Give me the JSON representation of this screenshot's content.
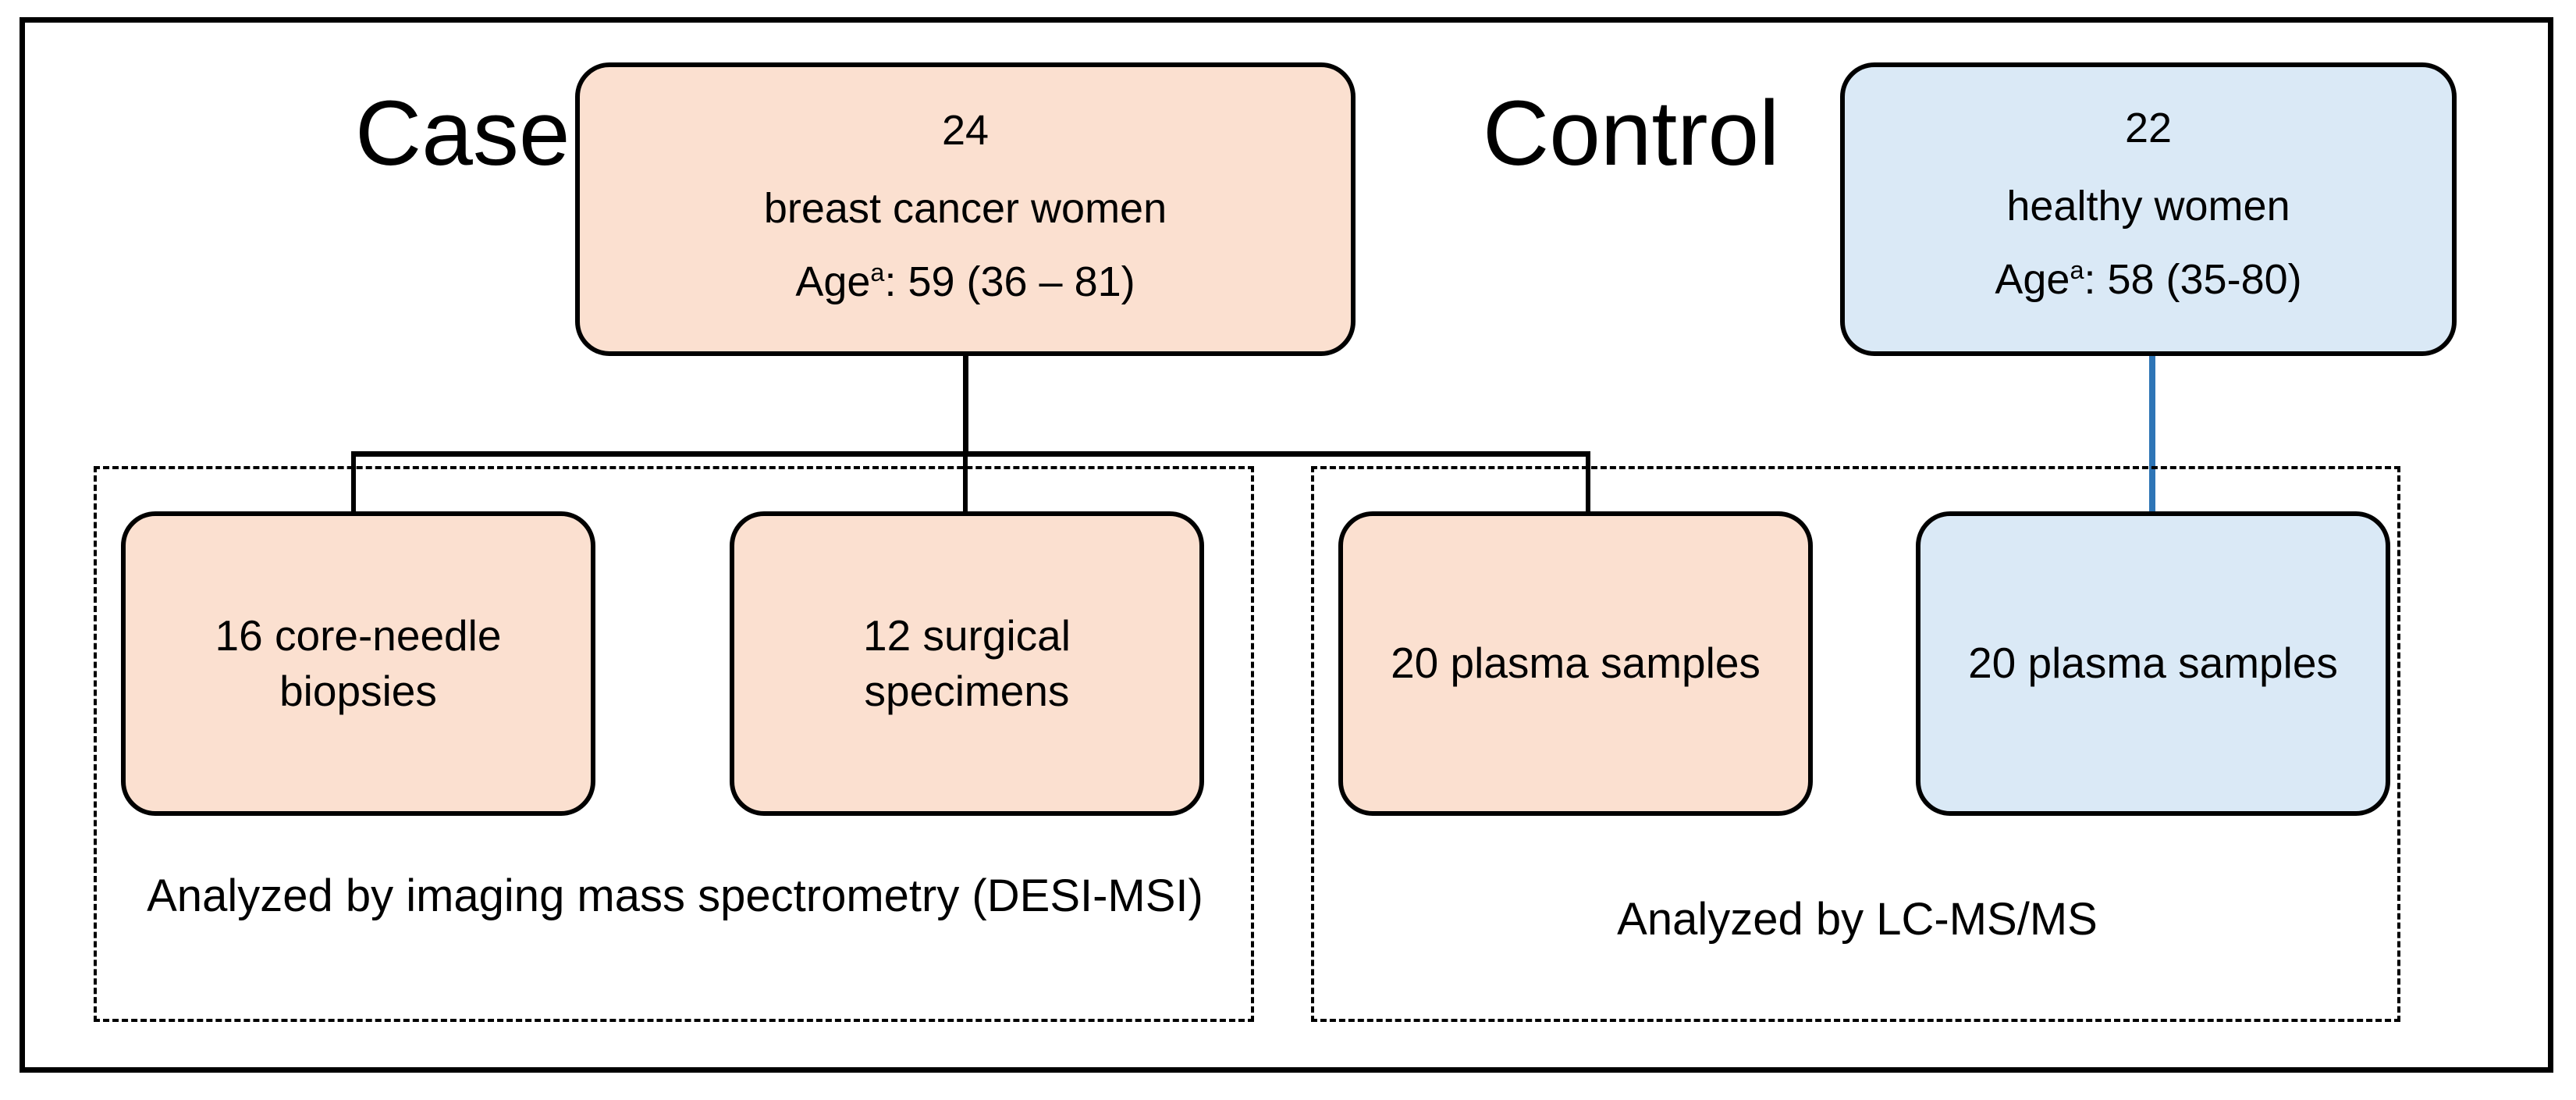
{
  "figure": {
    "type": "study-design-flow-diagram",
    "groups": [
      {
        "label": "Case",
        "accent_color": "#FBE0D0",
        "cohort": {
          "count": "24",
          "description": "breast cancer women",
          "age_label": "Age",
          "age_superscript": "a",
          "age_value": ": 59 (36 – 81)"
        },
        "samples": [
          {
            "label": "16 core-needle biopsies"
          },
          {
            "label": "12 surgical specimens"
          },
          {
            "label": "20 plasma samples"
          }
        ],
        "analysis_caption": "Analyzed by imaging mass spectrometry (DESI-MSI)"
      },
      {
        "label": "Control",
        "accent_color": "#DAE9F6",
        "cohort": {
          "count": "22",
          "description": "healthy women",
          "age_label": "Age",
          "age_superscript": "a",
          "age_value": ": 58 (35-80)"
        },
        "samples": [
          {
            "label": "20 plasma samples"
          }
        ],
        "analysis_caption": "Analyzed by LC-MS/MS"
      }
    ],
    "colors": {
      "case_fill": "#FBE0D0",
      "control_fill": "#DAE9F6",
      "border": "#000000",
      "control_connector": "#2E75B6"
    }
  }
}
